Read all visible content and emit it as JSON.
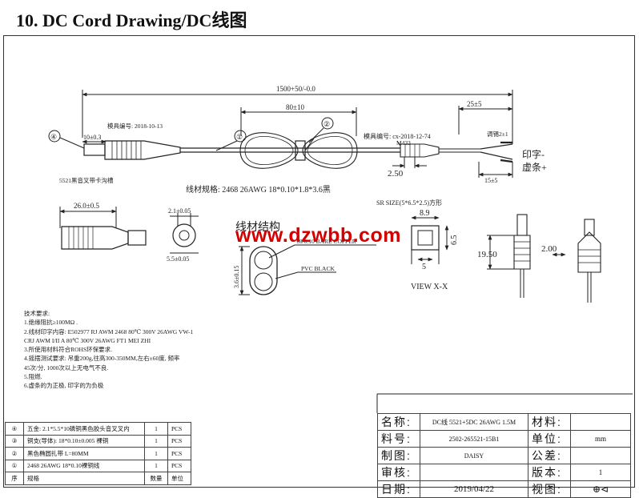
{
  "title": "10. DC Cord Drawing/DC线图",
  "dims": {
    "total_length": "1500+50/-0.0",
    "bundle_length": "80±10",
    "strip_length": "25±5",
    "plug_len": "10±0.3",
    "plug_body": "26.0±0.5",
    "split_len": "15±5",
    "sleeve": "2.50",
    "tin": "调锡2±1",
    "inner_d": "2.1±0.05",
    "outer_d": "5.5±0.05",
    "cable_h": "3.6±0.15",
    "view_w": "8.9",
    "view_h": "6.5",
    "view_b": "5",
    "tag_h": "19.50",
    "tag_w": "2.00"
  },
  "labels": {
    "callout_1": "①",
    "callout_2": "②",
    "callout_4": "④",
    "mold_left": "模具编号: 2018-10-13",
    "mold_right": "模具编号: cx-2018-12-74",
    "mold_code": "M433",
    "plug_note": "5521黑音叉带卡沟槽",
    "wire_spec": "线材规格: 2468 26AWG 18*0.10*1.8*3.6黑",
    "print_neg": "印字-",
    "stripe_pos": "虚条+",
    "sr_size": "SR SIZE(5*6.5*2.5)方形",
    "structure": "线材结构",
    "copper": "18/0.10 BARE COPPER",
    "pvc": "PVC BLACK",
    "view": "VIEW X-X"
  },
  "watermark": "www.dzwbb.com",
  "tech_notes": [
    "技术要求:",
    "1.绝缘阻抗≥100MΩ .",
    "2.线材印字内容: E502977 RJ AWM 2468 80℃ 300V 26AWG VW-1",
    "CRJ AWM I/II A 80℃ 300V 26AWG FT1 MEI ZHI",
    "3.所使用材料符合ROHS环保要求.",
    "4.摇摆测试要求: 吊重200g,往高300-350MM,左右±60度, 频率",
    "45次/分, 1000次以上无电气不良.",
    "5.阻燃.",
    "6.虚条的为正极, 印字的为负极"
  ],
  "bom": [
    {
      "no": "④",
      "name": "五金: 2.1*5.5*10磷铜黑色胶头音叉叉内",
      "qty": "1",
      "unit": "PCS"
    },
    {
      "no": "③",
      "name": "铜支(导体): 18*0.10±0.005 裸铜",
      "qty": "1",
      "unit": "PCS"
    },
    {
      "no": "②",
      "name": "黑色椭圆扎带 L=80MM",
      "qty": "1",
      "unit": "PCS"
    },
    {
      "no": "①",
      "name": "2468 26AWG 18*0.10裸铜线",
      "qty": "1",
      "unit": "PCS"
    },
    {
      "no": "序",
      "name": "规格",
      "qty": "数量",
      "unit": "单位"
    }
  ],
  "title_block": {
    "name_label": "名称:",
    "name_value": "DC线 5521+5DC 26AWG 1.5M",
    "material_label": "材料:",
    "material_value": "",
    "part_label": "料号:",
    "part_value": "2502-265521-15B1",
    "unit_label": "单位:",
    "unit_value": "mm",
    "drawn_label": "制图:",
    "drawn_value": "DAISY",
    "tol_label": "公差:",
    "tol_value": "",
    "check_label": "审核:",
    "check_value": "",
    "ver_label": "版本:",
    "ver_value": "1",
    "date_label": "日期:",
    "date_value": "2019/04/22",
    "view_label": "视图:",
    "view_value": "⊕⊲"
  }
}
